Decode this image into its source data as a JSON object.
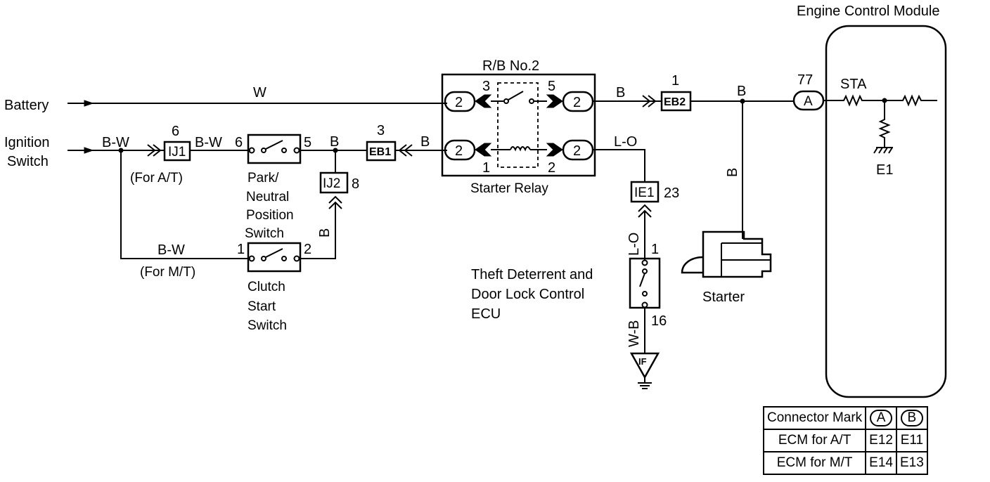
{
  "labels": {
    "battery": "Battery",
    "ignition_1": "Ignition",
    "ignition_2": "Switch",
    "ecm_title": "Engine Control Module",
    "rb_no2": "R/B No.2",
    "starter_relay": "Starter Relay",
    "pn_1": "Park/",
    "pn_2": "Neutral",
    "pn_3": "Position",
    "pn_4": "Switch",
    "cs_1": "Clutch",
    "cs_2": "Start",
    "cs_3": "Switch",
    "for_at": "(For A/T)",
    "for_mt": "(For M/T)",
    "theft_1": "Theft Deterrent and",
    "theft_2": "Door  Lock Control",
    "theft_3": "ECU",
    "starter": "Starter",
    "sta": "STA",
    "e1": "E1"
  },
  "wires": {
    "w": "W",
    "bw_left": "B-W",
    "bw_mid": "B-W",
    "bw_mt": "B-W",
    "b_eb1": "B",
    "b_junction": "B",
    "b_vert": "B",
    "b_rb": "B",
    "b_ecm": "B",
    "b_starter": "B",
    "lo_top": "L-O",
    "lo_vert": "L-O",
    "wb_vert": "W-B"
  },
  "connectors": {
    "ij1": "IJ1",
    "ij2": "IJ2",
    "eb1": "EB1",
    "eb2": "EB2",
    "ie1": "IE1",
    "ecm_a": "A",
    "gnd_if": "IF",
    "relay_pin": "2"
  },
  "pins": {
    "ij1_num": "6",
    "pn_in": "6",
    "pn_out": "5",
    "ij2_num": "8",
    "eb1_num": "3",
    "relay_3": "3",
    "relay_5": "5",
    "relay_1": "1",
    "relay_2": "2",
    "eb2_num": "1",
    "ecm_77": "77",
    "ie1_num": "23",
    "ecu_1": "1",
    "ecu_16": "16",
    "cs_1": "1",
    "cs_2": "2"
  },
  "connector_table": {
    "header": [
      "Connector Mark",
      "A",
      "B"
    ],
    "rows": [
      [
        "ECM for A/T",
        "E12",
        "E11"
      ],
      [
        "ECM for M/T",
        "E14",
        "E13"
      ]
    ]
  }
}
